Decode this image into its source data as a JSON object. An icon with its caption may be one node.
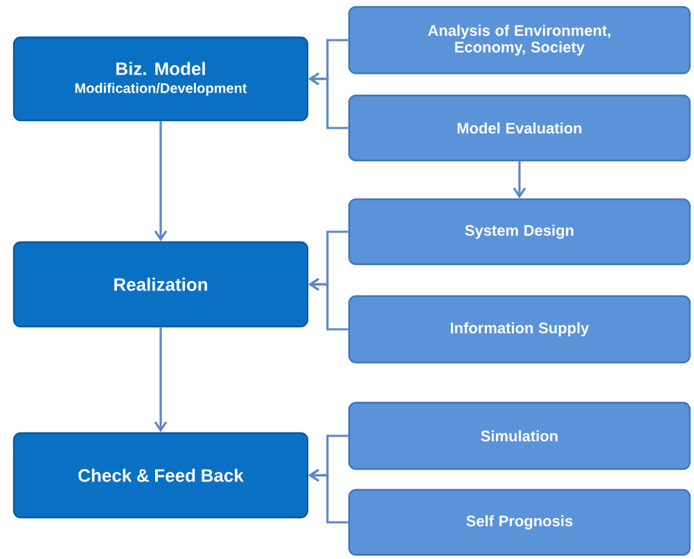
{
  "diagram": {
    "nodes": [
      {
        "text": [
          "Biz. Model",
          "Modification/Development"
        ]
      },
      {
        "text": [
          "Realization"
        ]
      },
      {
        "text": [
          "Check & Feed Back"
        ]
      },
      {
        "text": [
          "Analysis of Environment, Economy, Society"
        ]
      },
      {
        "text": [
          "Model Evaluation"
        ]
      },
      {
        "text": [
          "System Design"
        ]
      },
      {
        "text": [
          "Information  Supply"
        ]
      },
      {
        "text": [
          "Simulation"
        ]
      },
      {
        "text": [
          "Self Prognosis"
        ]
      }
    ],
    "edges": [
      {
        "from": 0,
        "to": 1,
        "arrow": "to"
      },
      {
        "from": 1,
        "to": 2,
        "arrow": "to"
      },
      {
        "from": 3,
        "to": 0,
        "arrow": "to"
      },
      {
        "from": 4,
        "to": 0,
        "arrow": "to"
      },
      {
        "from": 4,
        "to": 5,
        "arrow": "to"
      },
      {
        "from": 5,
        "to": 1,
        "arrow": "to"
      },
      {
        "from": 6,
        "to": 1,
        "arrow": "to"
      },
      {
        "from": 7,
        "to": 2,
        "arrow": "to"
      },
      {
        "from": 8,
        "to": 2,
        "arrow": "to"
      }
    ]
  }
}
